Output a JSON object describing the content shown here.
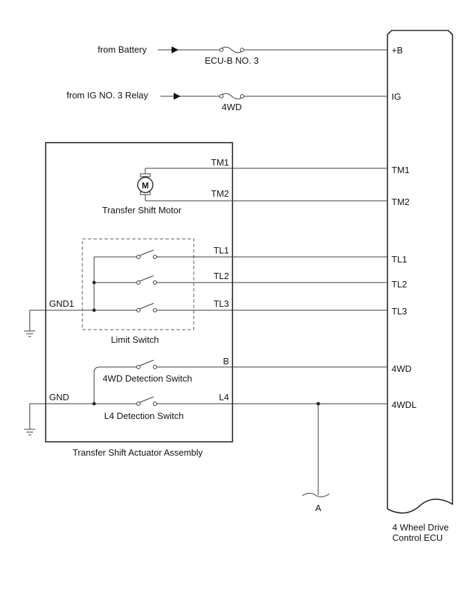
{
  "sources": {
    "battery": "from Battery",
    "ig_relay": "from IG NO. 3 Relay"
  },
  "fuses": {
    "ecu_b": "ECU-B NO. 3",
    "fwd": "4WD"
  },
  "ecu": {
    "name_line1": "4 Wheel Drive",
    "name_line2": "Control ECU",
    "terminals": {
      "b": "+B",
      "ig": "IG",
      "tm1": "TM1",
      "tm2": "TM2",
      "tl1": "TL1",
      "tl2": "TL2",
      "tl3": "TL3",
      "fwd": "4WD",
      "fwdl": "4WDL"
    }
  },
  "actuator": {
    "name": "Transfer Shift Actuator Assembly",
    "motor_label": "Transfer Shift Motor",
    "motor_symbol": "M",
    "limit_switch_label": "Limit Switch",
    "fwd_switch_label": "4WD Detection Switch",
    "l4_switch_label": "L4 Detection Switch",
    "pins": {
      "tm1": "TM1",
      "tm2": "TM2",
      "tl1": "TL1",
      "tl2": "TL2",
      "tl3": "TL3",
      "b": "B",
      "l4": "L4",
      "gnd1": "GND1",
      "gnd": "GND"
    }
  },
  "connector_a": "A"
}
